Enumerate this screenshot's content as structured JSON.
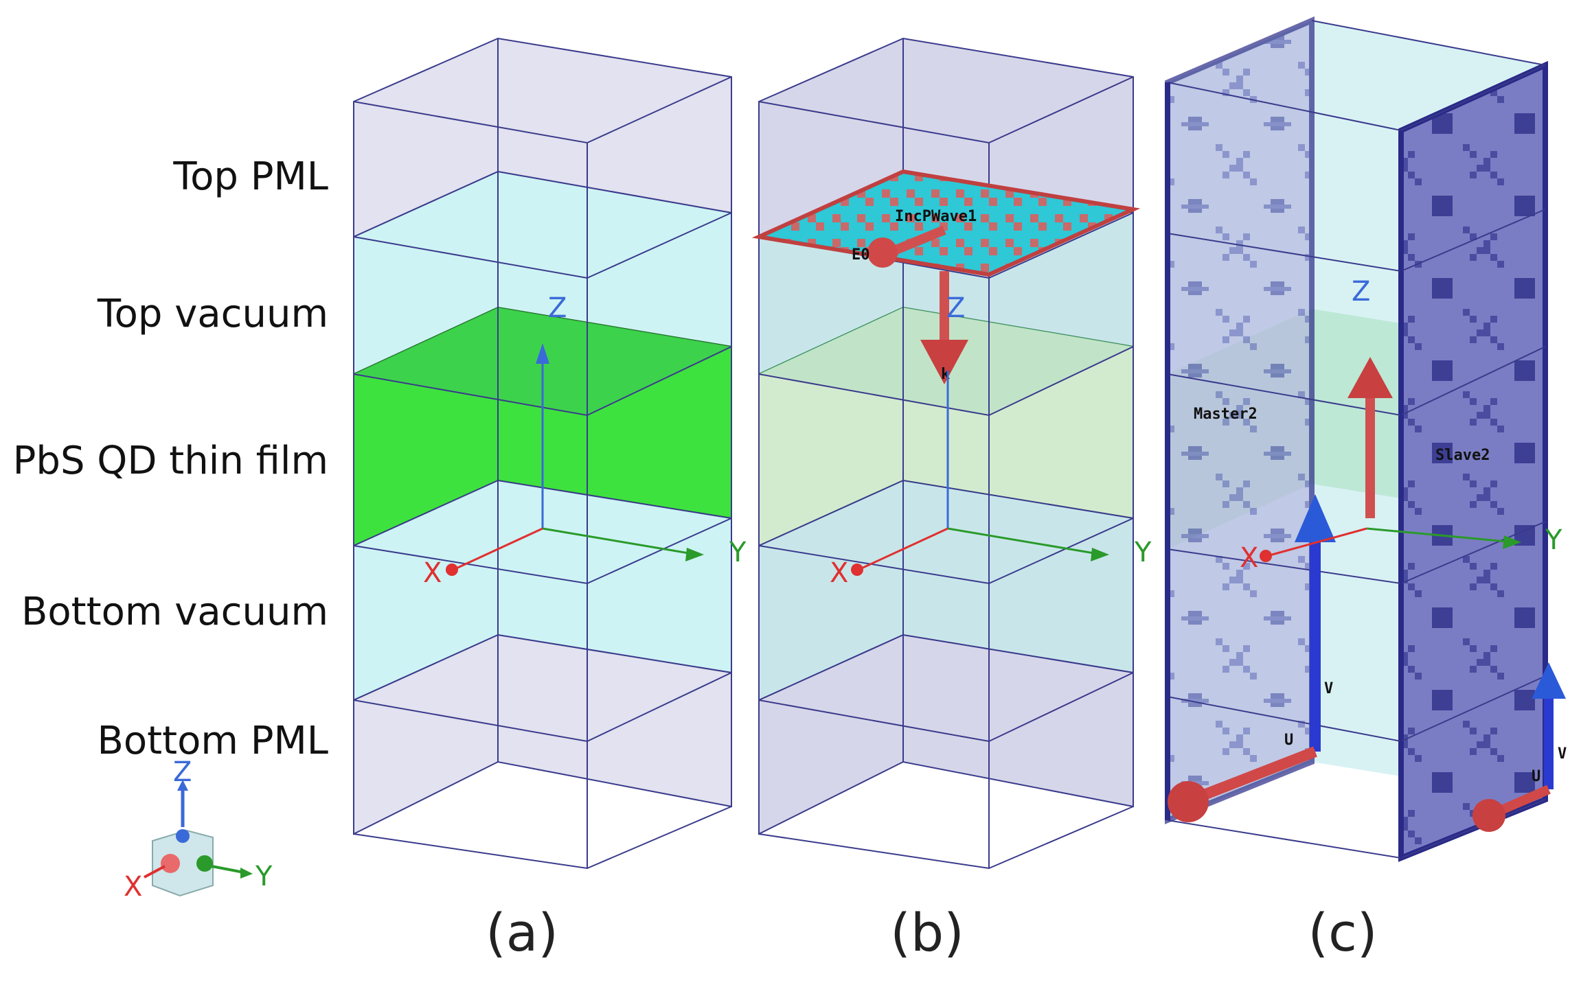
{
  "layer_labels": [
    "Top PML",
    "Top vacuum",
    "PbS QD thin film",
    "Bottom vacuum",
    "Bottom PML"
  ],
  "panels": [
    {
      "label": "(a)"
    },
    {
      "label": "(b)",
      "source_name": "IncPWave1",
      "e_label": "E0",
      "k_label": "k"
    },
    {
      "label": "(c)",
      "master_name": "Master2",
      "slave_name": "Slave2",
      "u_label": "U",
      "v_label": "V"
    }
  ],
  "axes": {
    "x": "X",
    "y": "Y",
    "z": "Z"
  },
  "colors": {
    "pml": "#d9d9ec",
    "vacuum": "#cdf3f4",
    "film_a": "#3fe83f",
    "film_b": "#d4ecd0",
    "edge": "#3a3a8c",
    "x_axis": "#e03030",
    "y_axis": "#2a9a2a",
    "z_axis": "#3a6ad8"
  }
}
